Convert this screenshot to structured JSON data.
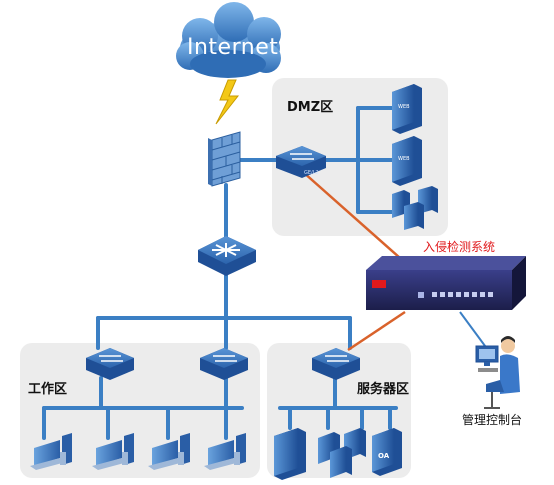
{
  "internet": {
    "label": "Internet"
  },
  "dmz": {
    "label": "DMZ区",
    "web1": "WEB",
    "web2": "WEB"
  },
  "ids": {
    "label": "入侵检测系统"
  },
  "work_zone": {
    "label": "工作区"
  },
  "server_zone": {
    "label": "服务器区",
    "oa": "OA"
  },
  "console": {
    "label": "管理控制台"
  },
  "switch_label": "GE/L2",
  "colors": {
    "backbone": "#3b7fc4",
    "mirror": "#d9622b",
    "zone_bg": "#ececec",
    "alert_text": "#e0191c"
  }
}
